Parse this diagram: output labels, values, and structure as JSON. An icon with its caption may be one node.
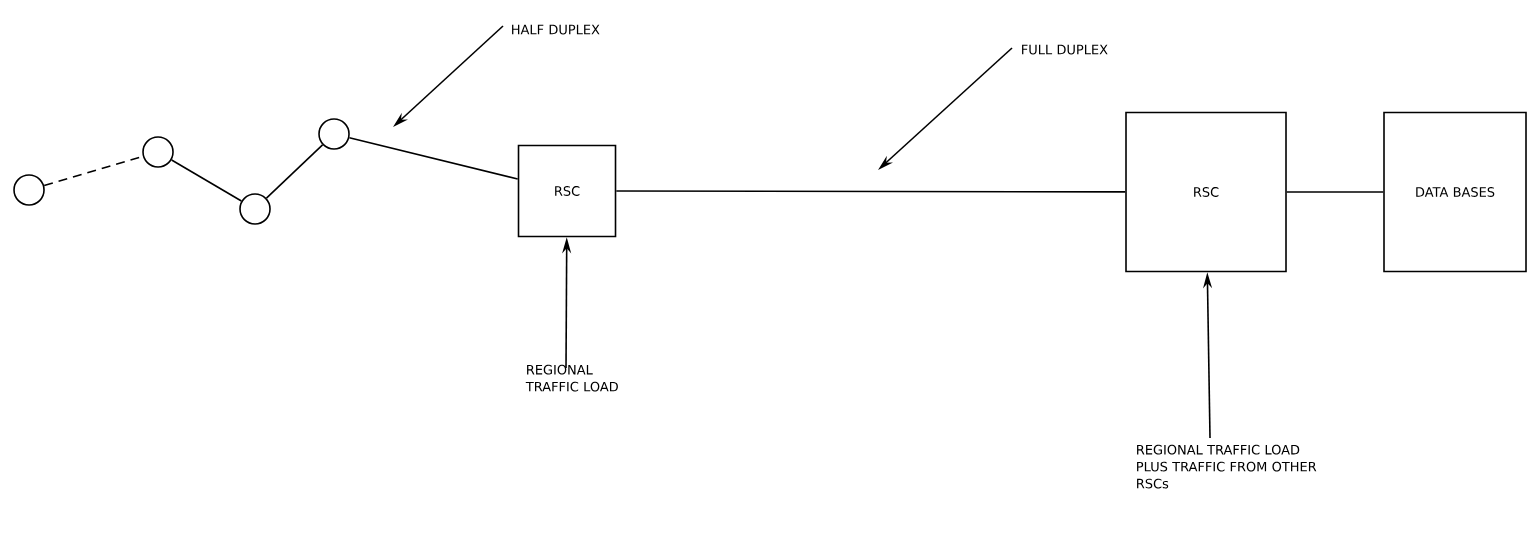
{
  "diagram": {
    "nodes": [
      {
        "text": [],
        "shape": "circle"
      },
      {
        "text": [],
        "shape": "circle"
      },
      {
        "text": [],
        "shape": "circle"
      },
      {
        "text": [],
        "shape": "circle"
      },
      {
        "text": [
          "RSC"
        ]
      },
      {
        "text": [
          "RSC"
        ]
      },
      {
        "text": [
          "DATA BASES"
        ]
      },
      {
        "text": [
          "HALF DUPLEX"
        ]
      },
      {
        "text": [
          "FULL DUPLEX"
        ]
      },
      {
        "text": [
          "REGIONAL TRAFFIC LOAD"
        ]
      },
      {
        "text": [
          "REGIONAL TRAFFIC LOAD PLUS TRAFFIC FROM OTHER RSCs"
        ]
      }
    ],
    "edges": [
      {
        "from": 0,
        "to": 1,
        "arrow": "none",
        "style": "dashed"
      },
      {
        "from": 1,
        "to": 2,
        "arrow": "none"
      },
      {
        "from": 2,
        "to": 3,
        "arrow": "none"
      },
      {
        "from": 3,
        "to": 4,
        "arrow": "none"
      },
      {
        "from": 4,
        "to": 5,
        "arrow": "none"
      },
      {
        "from": 5,
        "to": 6,
        "arrow": "none"
      },
      {
        "from": 7,
        "to": null,
        "arrow": "to"
      },
      {
        "from": 8,
        "to": null,
        "arrow": "to"
      },
      {
        "from": 9,
        "to": 4,
        "arrow": "to"
      },
      {
        "from": 10,
        "to": 5,
        "arrow": "to"
      }
    ]
  }
}
